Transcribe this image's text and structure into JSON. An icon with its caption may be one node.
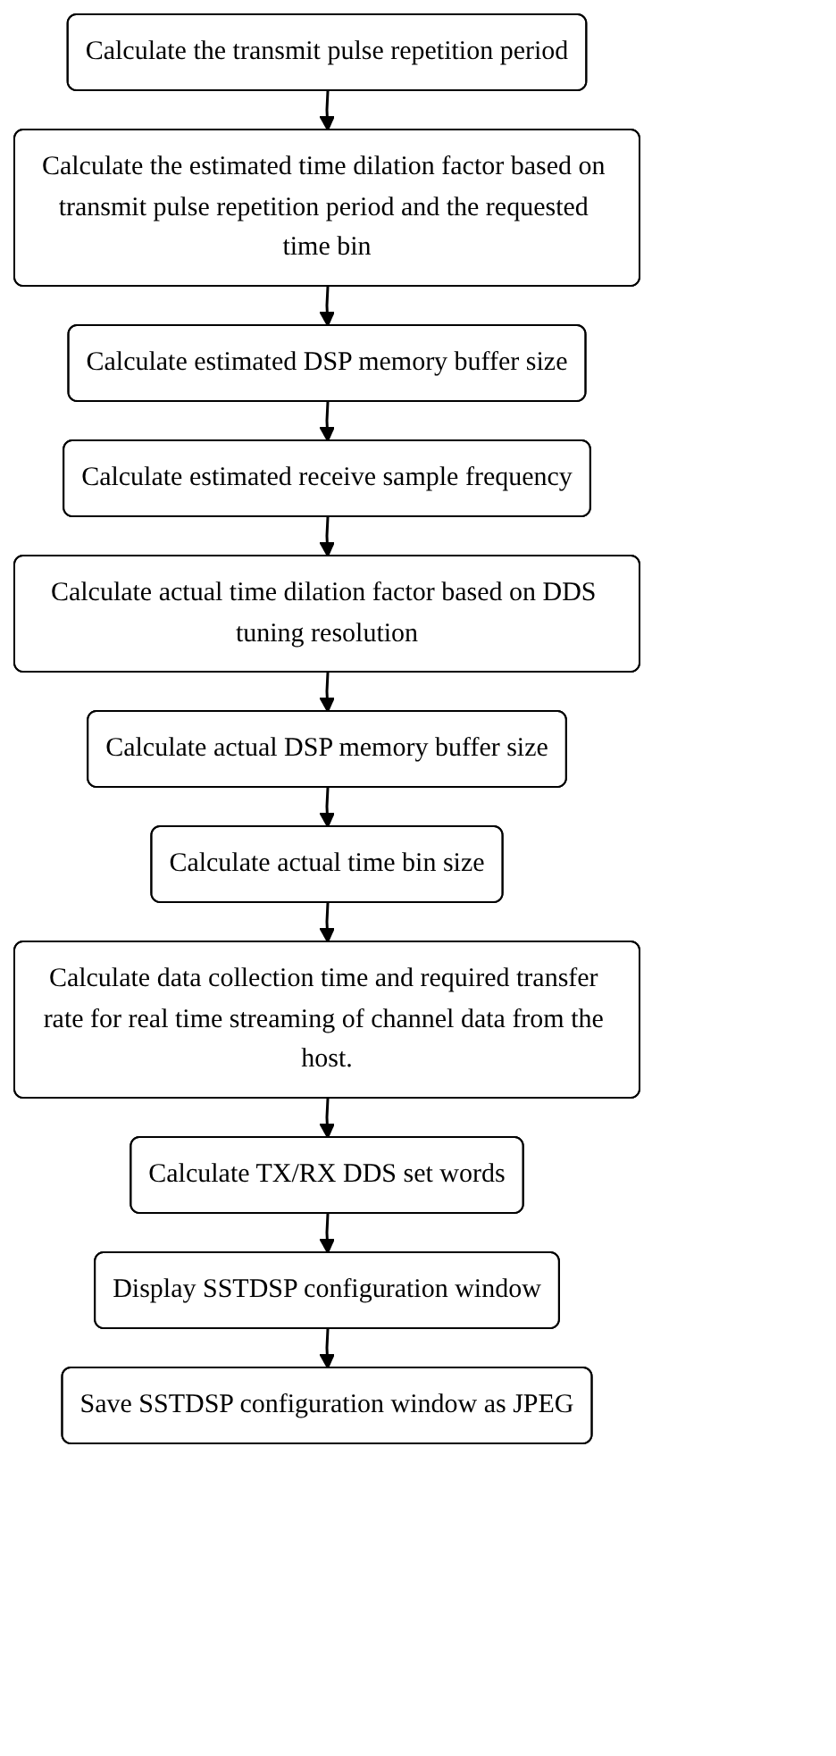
{
  "diagram": {
    "nodes": [
      {
        "text": [
          "Calculate the transmit pulse repetition period"
        ]
      },
      {
        "text": [
          "Calculate the estimated time dilation factor based on transmit pulse repetition period and the requested time bin"
        ]
      },
      {
        "text": [
          "Calculate estimated DSP memory buffer size"
        ]
      },
      {
        "text": [
          "Calculate estimated receive sample frequency"
        ]
      },
      {
        "text": [
          "Calculate actual time dilation factor based on DDS tuning resolution"
        ]
      },
      {
        "text": [
          "Calculate actual DSP memory buffer size"
        ]
      },
      {
        "text": [
          "Calculate actual time bin size"
        ]
      },
      {
        "text": [
          "Calculate data collection time and required transfer rate for real time streaming of channel data from the host."
        ]
      },
      {
        "text": [
          "Calculate TX/RX DDS set words"
        ]
      },
      {
        "text": [
          "Display SSTDSP configuration window"
        ]
      },
      {
        "text": [
          "Save SSTDSP configuration window as JPEG"
        ]
      }
    ],
    "edges": [
      {
        "from": 0,
        "to": 1,
        "arrow": "to"
      },
      {
        "from": 1,
        "to": 2,
        "arrow": "to"
      },
      {
        "from": 2,
        "to": 3,
        "arrow": "to"
      },
      {
        "from": 3,
        "to": 4,
        "arrow": "to"
      },
      {
        "from": 4,
        "to": 5,
        "arrow": "to"
      },
      {
        "from": 5,
        "to": 6,
        "arrow": "to"
      },
      {
        "from": 6,
        "to": 7,
        "arrow": "to"
      },
      {
        "from": 7,
        "to": 8,
        "arrow": "to"
      },
      {
        "from": 8,
        "to": 9,
        "arrow": "to"
      },
      {
        "from": 9,
        "to": 10,
        "arrow": "to"
      }
    ]
  }
}
